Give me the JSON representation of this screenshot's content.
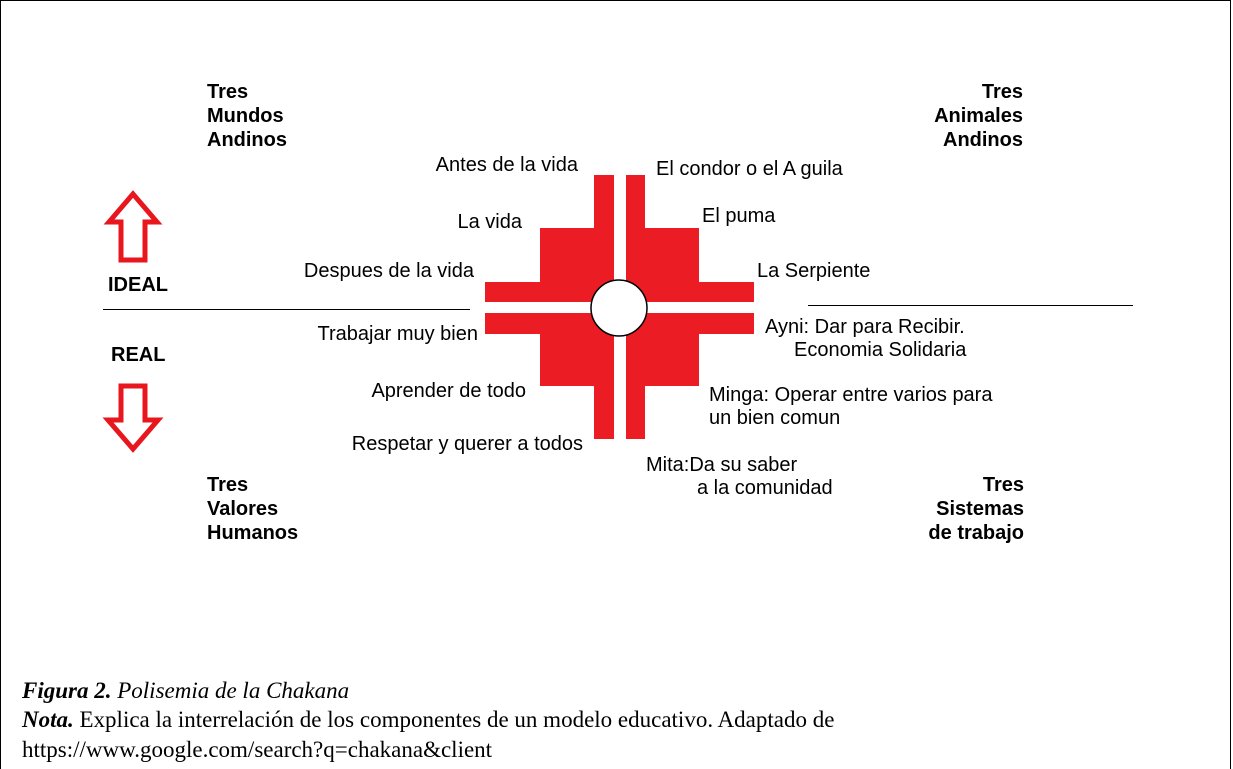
{
  "colors": {
    "chakana_red": "#ec1c24",
    "arrow_red": "#e8161d",
    "text": "#000000"
  },
  "corners": {
    "top_left": [
      "Tres",
      "Mundos",
      "Andinos"
    ],
    "top_right": [
      "Tres",
      "Animales",
      "Andinos"
    ],
    "bottom_left": [
      "Tres",
      "Valores",
      "Humanos"
    ],
    "bottom_right": [
      "Tres",
      "Sistemas",
      "de trabajo"
    ]
  },
  "side": {
    "ideal": "IDEAL",
    "real": "REAL"
  },
  "icons": {
    "up": "up-arrow-icon",
    "down": "down-arrow-icon"
  },
  "top_left_items": [
    "Antes de la vida",
    "La vida",
    "Despues de la vida"
  ],
  "top_right_items": [
    "El  condor  o el  A guila",
    "El puma",
    "La Serpiente"
  ],
  "bottom_left_items": [
    "Trabajar muy bien",
    "Aprender de todo",
    "Respetar y querer a todos"
  ],
  "bottom_right_items": {
    "ayni": [
      "Ayni: Dar para Recibir.",
      "Economia Solidaria"
    ],
    "minga": [
      "Minga: Operar entre varios  para",
      "un bien comun"
    ],
    "mita": [
      "Mita:Da su saber",
      "a  la comunidad"
    ]
  },
  "caption": {
    "figure_label": "Figura 2.",
    "figure_title": "Polisemia de la Chakana",
    "note_label": "Nota.",
    "note_text": "Explica la interrelación de los componentes de un modelo educativo. Adaptado de",
    "source": "https://www.google.com/search?q=chakana&client"
  }
}
